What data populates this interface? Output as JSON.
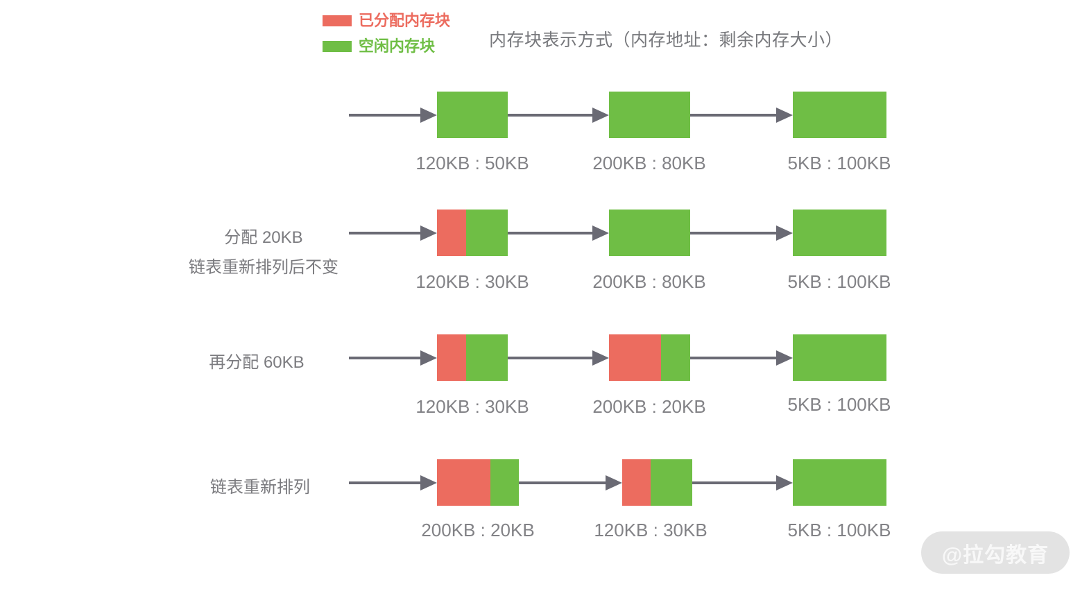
{
  "title": "内存块表示方式（内存地址：剩余内存大小）",
  "legend": {
    "items": [
      {
        "id": "allocated",
        "label": "已分配内存块",
        "color": "#ec6c5f"
      },
      {
        "id": "free",
        "label": "空闲内存块",
        "color": "#6fbe45"
      }
    ]
  },
  "colors": {
    "allocated_block": "#ec6c5f",
    "free_block": "#6fbe45",
    "arrow": "#6a6a74",
    "label_text": "#828286",
    "title_text": "#77787c",
    "watermark_bg": "#e3e3e3",
    "watermark_text": "#f8f8f8"
  },
  "diagram": {
    "rows": [
      {
        "label_lines": [],
        "blocks": [
          {
            "value": "120KB : 50KB",
            "allocated_fraction": 0
          },
          {
            "value": "200KB : 80KB",
            "allocated_fraction": 0
          },
          {
            "value": "5KB : 100KB",
            "allocated_fraction": 0
          }
        ]
      },
      {
        "label_lines": [
          "分配 20KB",
          "链表重新排列后不变"
        ],
        "blocks": [
          {
            "value": "120KB : 30KB",
            "allocated_fraction": 0.41
          },
          {
            "value": "200KB : 80KB",
            "allocated_fraction": 0
          },
          {
            "value": "5KB : 100KB",
            "allocated_fraction": 0
          }
        ]
      },
      {
        "label_lines": [
          "再分配 60KB"
        ],
        "blocks": [
          {
            "value": "120KB : 30KB",
            "allocated_fraction": 0.41
          },
          {
            "value": "200KB : 20KB",
            "allocated_fraction": 0.64
          },
          {
            "value": "5KB : 100KB",
            "allocated_fraction": 0
          }
        ]
      },
      {
        "label_lines": [
          "链表重新排列"
        ],
        "blocks": [
          {
            "value": "200KB : 20KB",
            "allocated_fraction": 0.65
          },
          {
            "value": "120KB : 30KB",
            "allocated_fraction": 0.41
          },
          {
            "value": "5KB : 100KB",
            "allocated_fraction": 0
          }
        ]
      }
    ]
  },
  "watermark": "@拉勾教育"
}
